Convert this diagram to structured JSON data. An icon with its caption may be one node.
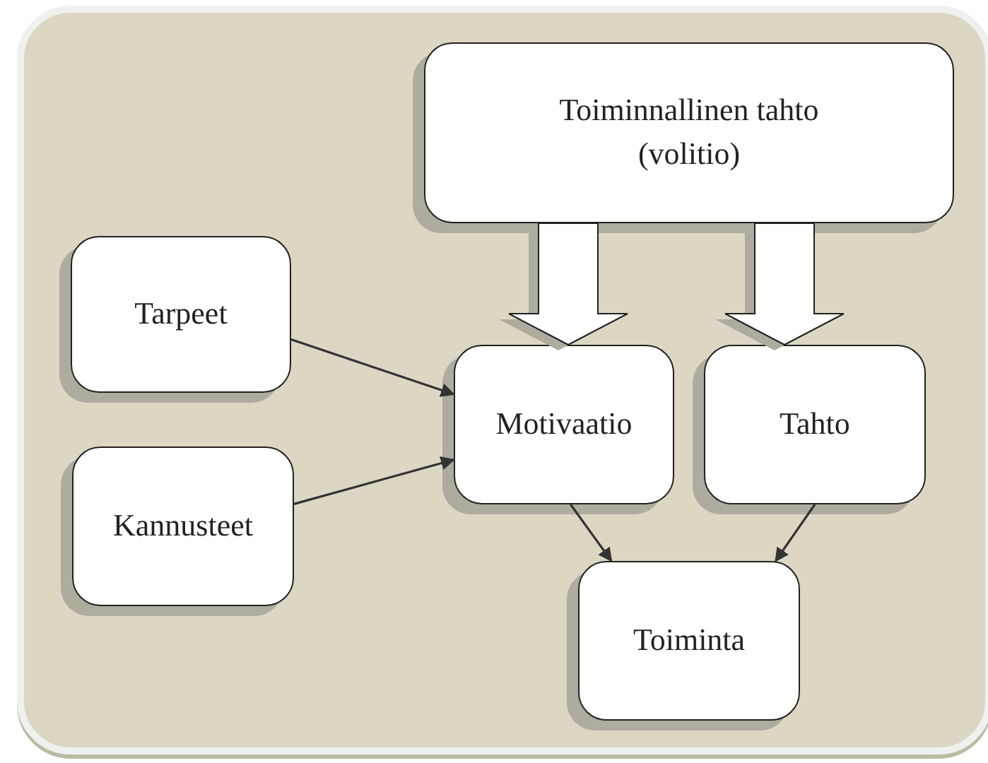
{
  "diagram": {
    "nodes": [
      {
        "text": [
          "Toiminnallinen tahto (volitio)"
        ]
      },
      {
        "text": [
          "Tarpeet"
        ]
      },
      {
        "text": [
          "Motivaatio"
        ]
      },
      {
        "text": [
          "Tahto"
        ]
      },
      {
        "text": [
          "Kannusteet"
        ]
      },
      {
        "text": [
          "Toiminta"
        ]
      }
    ],
    "edges": [
      {
        "from": 0,
        "to": 2,
        "arrow": "to",
        "style": "thick"
      },
      {
        "from": 0,
        "to": 3,
        "arrow": "to",
        "style": "thick"
      },
      {
        "from": 1,
        "to": 2,
        "arrow": "to"
      },
      {
        "from": 4,
        "to": 2,
        "arrow": "to"
      },
      {
        "from": 2,
        "to": 5,
        "arrow": "to"
      },
      {
        "from": 3,
        "to": 5,
        "arrow": "to"
      }
    ]
  }
}
